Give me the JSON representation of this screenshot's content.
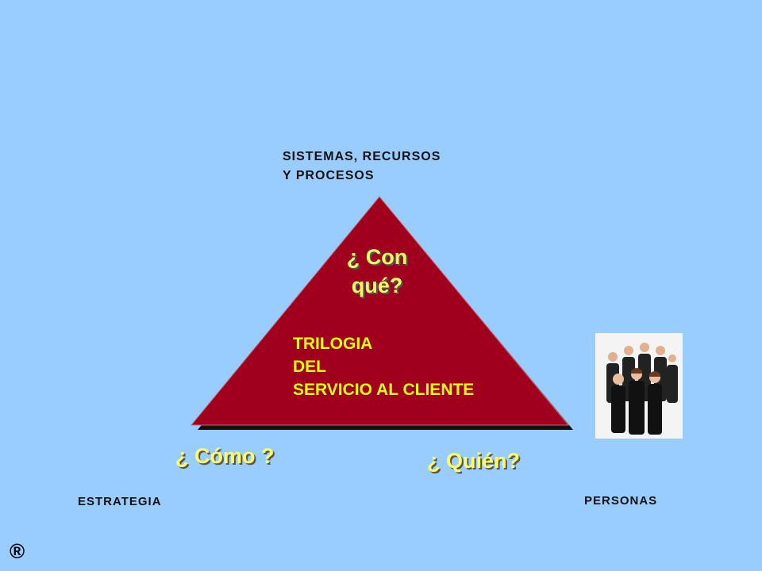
{
  "labels": {
    "top": [
      "SISTEMAS, RECURSOS",
      "Y PROCESOS"
    ],
    "left": "ESTRATEGIA",
    "right": "PERSONAS",
    "registered": "®"
  },
  "questions": {
    "top": [
      "¿ Con",
      "qué?"
    ],
    "left": "¿ Cómo ?",
    "right": "¿ Quién?"
  },
  "center_title": [
    "TRILOGIA",
    "DEL",
    "SERVICIO AL CLIENTE"
  ],
  "colors": {
    "background": "#99ccff",
    "triangle": "#a0001e",
    "question_text": "#ffff66",
    "center_text": "#ffff00"
  },
  "image": {
    "subject": "group-of-business-people-photo"
  }
}
